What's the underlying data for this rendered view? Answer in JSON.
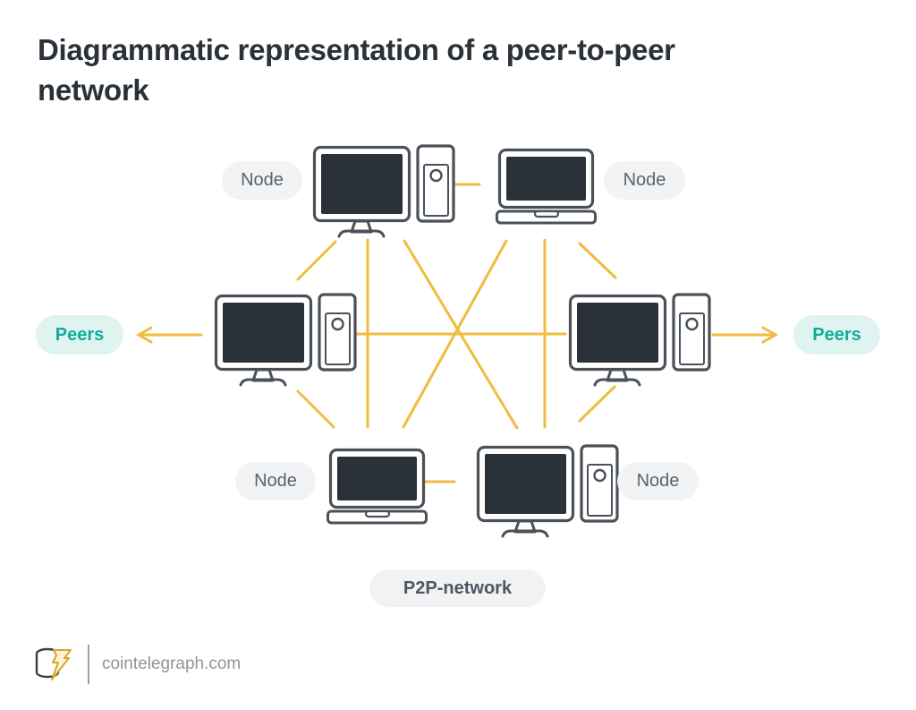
{
  "header": {
    "title": "Diagrammatic representation of a peer-to-peer network"
  },
  "diagram": {
    "nodes": [
      "Node",
      "Node",
      "Node",
      "Node"
    ],
    "peers": [
      "Peers",
      "Peers"
    ],
    "network_label": "P2P-network"
  },
  "footer": {
    "site_label": "cointelegraph.com"
  },
  "colors": {
    "accent_yellow": "#EFBC3F",
    "teal_text": "#10AC9C",
    "teal_pill_bg": "#DFF4F1",
    "gray_pill_bg": "#F1F3F5",
    "network_pill_bg": "#F1F2F4",
    "screen_fill": "#2B3139",
    "device_outline": "#4B5158",
    "title_text": "#2A3139",
    "footer_text": "#8F959B"
  }
}
